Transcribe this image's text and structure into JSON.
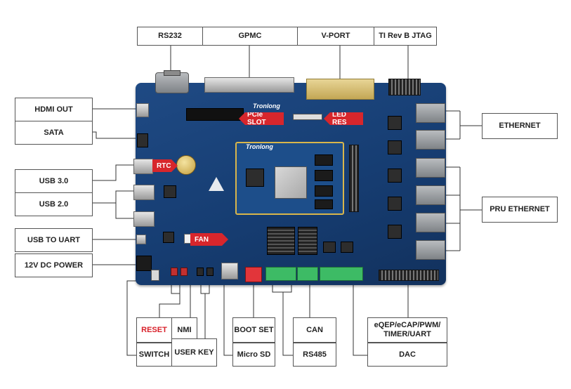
{
  "labels": {
    "rs232": "RS232",
    "gpmc": "GPMC",
    "vport": "V-PORT",
    "jtag": "TI Rev B JTAG",
    "hdmi_out": "HDMI  OUT",
    "sata": "SATA",
    "usb3": "USB 3.0",
    "usb2": "USB 2.0",
    "usb_to_uart": "USB TO UART",
    "dc_power": "12V DC POWER",
    "ethernet": "ETHERNET",
    "pru_ethernet": "PRU ETHERNET",
    "reset": "RESET",
    "nmi": "NMI",
    "switch": "SWITCH",
    "user_key": "USER KEY",
    "boot_set": "BOOT SET",
    "micro_sd": "Micro SD",
    "can": "CAN",
    "rs485": "RS485",
    "eqep": "eQEP/eCAP/PWM/ TIMER/UART",
    "dac": "DAC"
  },
  "board_tags": {
    "pcie": "PCIe SLOT",
    "led_res": "LED RES",
    "rtc": "RTC",
    "fan": "FAN"
  },
  "board": {
    "logo": "Tronlong",
    "som_logo": "Tronlong"
  },
  "colors": {
    "board": "#1f4a84",
    "tag": "#d7262c",
    "som_border": "#d9b64b",
    "reset_text": "#d8202a"
  }
}
